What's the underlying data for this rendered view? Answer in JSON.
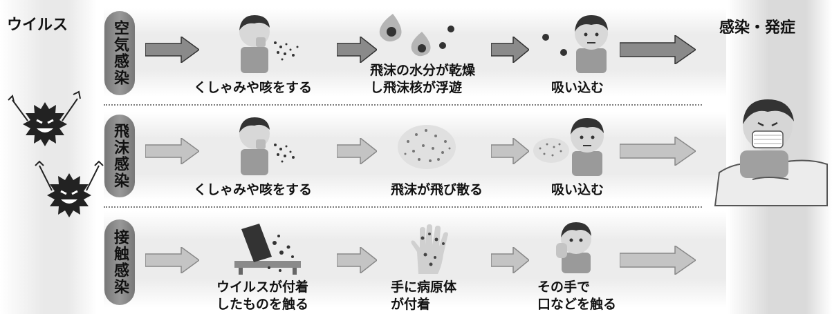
{
  "left_title": "ウイルス",
  "right_title": "感染・発症",
  "rows": [
    {
      "label": "空気感染",
      "icons": [
        "sneezing-boy-icon",
        "drying-droplet-icon",
        "inhaling-boy-icon"
      ],
      "steps": [
        {
          "lines": [
            "くしゃみや咳をする"
          ]
        },
        {
          "lines": [
            "飛沫の水分が乾燥",
            "し飛沫核が浮遊"
          ]
        },
        {
          "lines": [
            "吸い込む"
          ]
        }
      ]
    },
    {
      "label": "飛沫感染",
      "icons": [
        "sneezing-boy-icon",
        "droplet-cloud-icon",
        "inhaling-boy-icon"
      ],
      "steps": [
        {
          "lines": [
            "くしゃみや咳をする"
          ]
        },
        {
          "lines": [
            "飛沫が飛び散る"
          ]
        },
        {
          "lines": [
            "吸い込む"
          ]
        }
      ]
    },
    {
      "label": "接触感染",
      "icons": [
        "contaminated-object-icon",
        "germ-hand-icon",
        "touching-mouth-person-icon"
      ],
      "steps": [
        {
          "lines": [
            "ウイルスが付着",
            "したものを触る"
          ]
        },
        {
          "lines": [
            "手に病原体",
            "が付着"
          ]
        },
        {
          "lines": [
            "その手で",
            "口などを触る"
          ]
        }
      ]
    }
  ],
  "colors": {
    "arrow_dark": "#8a8a8a",
    "arrow_light": "#c4c4c4",
    "label_pill": "#8c8c8c",
    "virus": "#222222"
  }
}
